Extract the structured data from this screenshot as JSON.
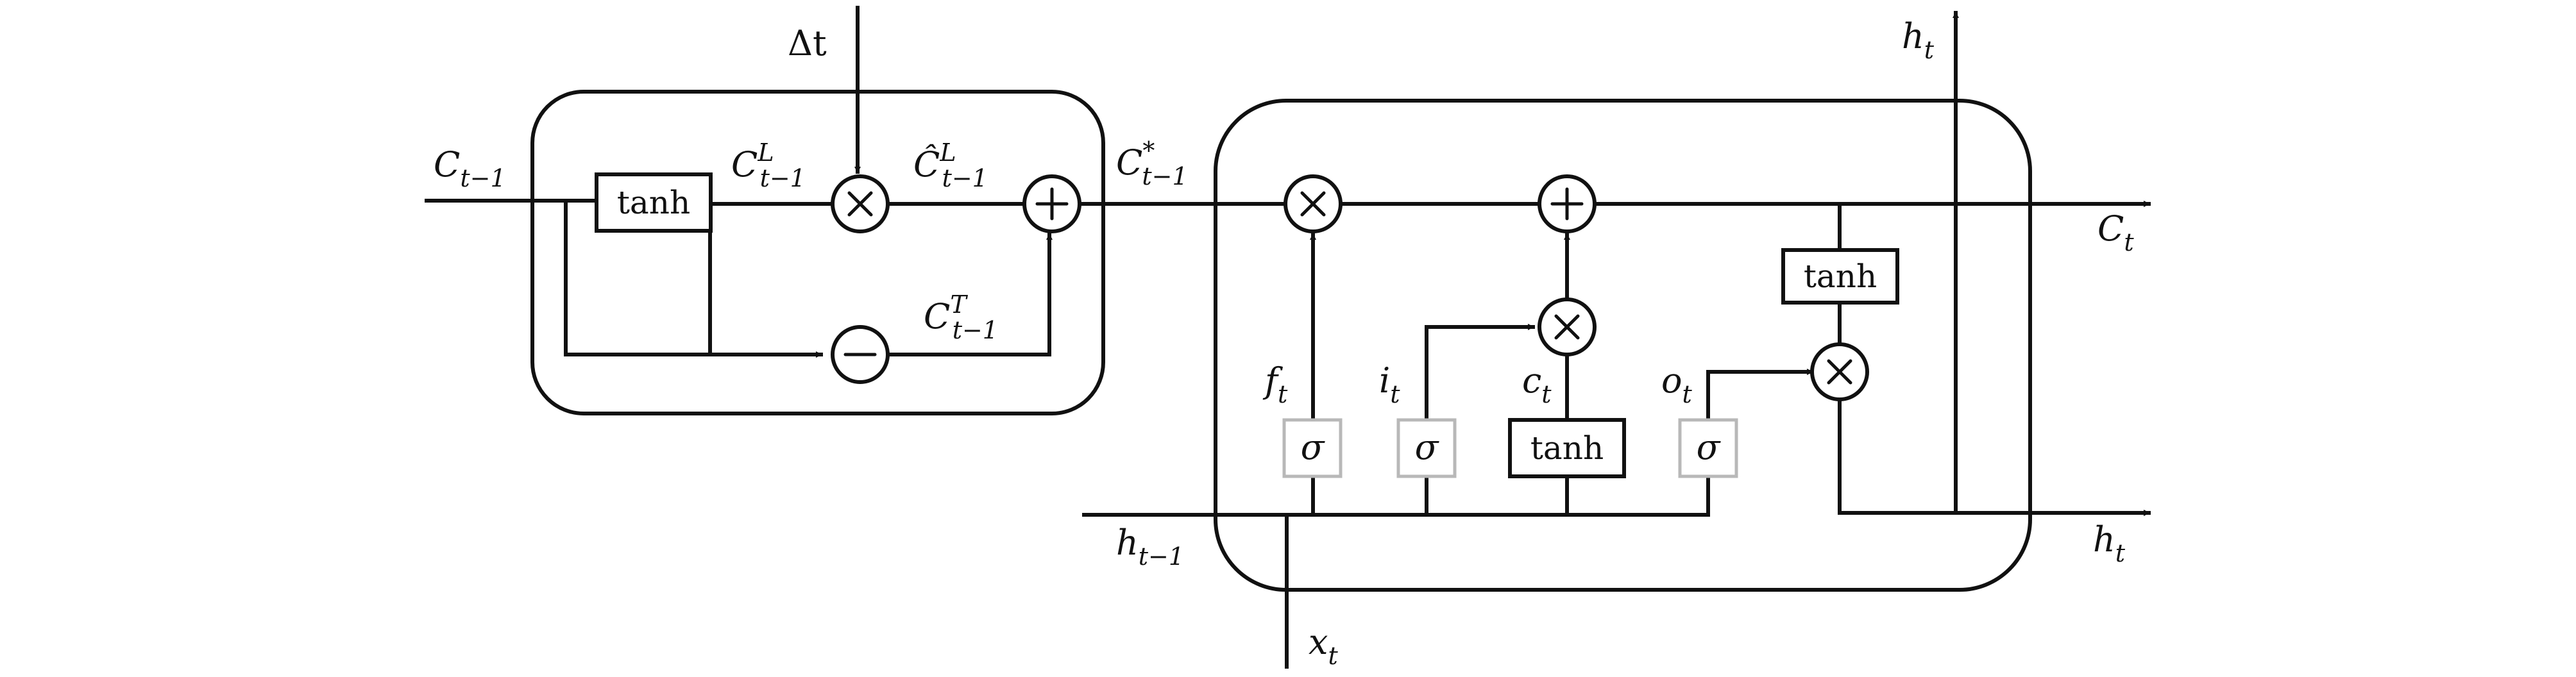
{
  "time_gate": {
    "delta": "Δt",
    "tanh_label": "tanh",
    "input": {
      "base": "C",
      "sub": "t−1",
      "sup": ""
    },
    "long_term": {
      "base": "C",
      "sub": "t−1",
      "sup": "L"
    },
    "adjusted": {
      "base": "Ĉ",
      "sub": "t−1",
      "sup": "L"
    },
    "short_term": {
      "base": "C",
      "sub": "t−1",
      "sup": "T"
    },
    "output": {
      "base": "C",
      "sub": "t−1",
      "sup": "*"
    }
  },
  "lstm_cell": {
    "forget": {
      "base": "f",
      "sub": "t"
    },
    "input_gate": {
      "base": "i",
      "sub": "t"
    },
    "candidate": {
      "base": "c",
      "sub": "t"
    },
    "output_gate": {
      "base": "o",
      "sub": "t"
    },
    "sigma": "σ",
    "tanh_label": "tanh",
    "cell_out": {
      "base": "C",
      "sub": "t"
    },
    "hidden_out": {
      "base": "h",
      "sub": "t"
    },
    "hidden_top": {
      "base": "h",
      "sub": "t"
    },
    "hidden_in": {
      "base": "h",
      "sub": "t−1"
    },
    "x_in": {
      "base": "x",
      "sub": "t"
    }
  },
  "operators": {
    "multiply": "×",
    "add": "+",
    "subtract": "−"
  }
}
